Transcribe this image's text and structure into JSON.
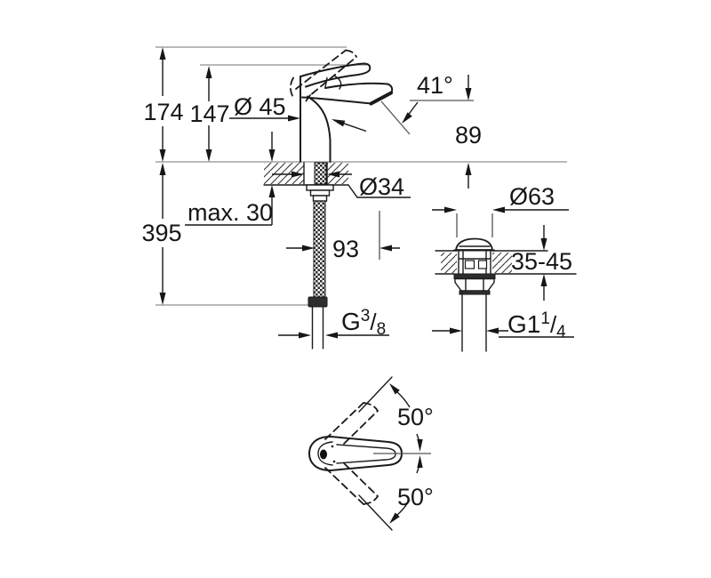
{
  "colors": {
    "background": "#ffffff",
    "line": "#1a1a1a",
    "reference_line": "#8f8f8f"
  },
  "front_view": {
    "dims": {
      "total_height": "174",
      "body_height": "147",
      "body_diameter": "Ø 45",
      "aerator_angle": "41°",
      "spout_height": "89",
      "hole_diameter": "Ø34",
      "deck_thickness_max": "max. 30",
      "below_deck_length": "395",
      "spout_reach": "93",
      "hose_thread": {
        "g": "G",
        "num": "3",
        "slash": "/",
        "den": "8"
      }
    }
  },
  "waste_view": {
    "dims": {
      "cap_diameter": "Ø63",
      "clamping_range": "35-45",
      "thread": {
        "g": "G1",
        "num": "1",
        "slash": "/",
        "den": "4"
      }
    }
  },
  "top_view": {
    "dims": {
      "swivel_up": "50°",
      "swivel_down": "50°"
    }
  }
}
